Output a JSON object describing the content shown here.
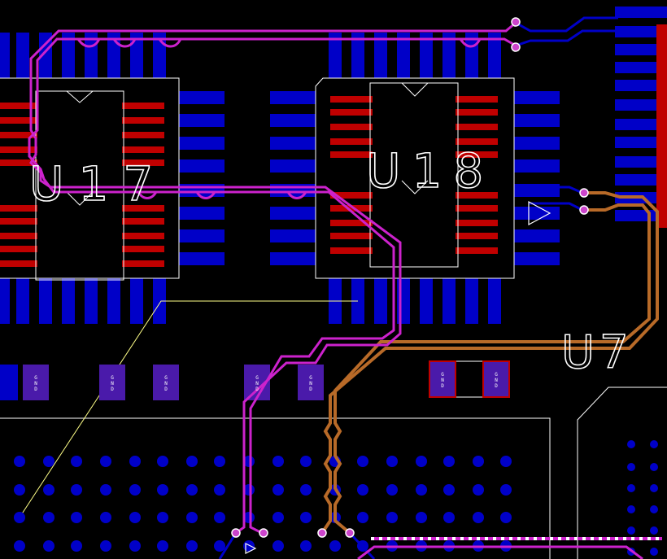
{
  "board": {
    "background": "#000000",
    "layer_colors": {
      "top_copper": "#c00000",
      "bottom_copper": "#0000c8",
      "diff_pair_magenta": "#cc22cc",
      "diff_pair_orange": "#b86a28",
      "silkscreen": "#ffffff",
      "ratsnest": "#ffff88",
      "via": "#cc44cc"
    }
  },
  "components": {
    "u17": {
      "refdes": "U17"
    },
    "u18": {
      "refdes": "U18"
    },
    "u7": {
      "refdes": "U7"
    }
  },
  "capacitor_label": "G\nN\nD"
}
